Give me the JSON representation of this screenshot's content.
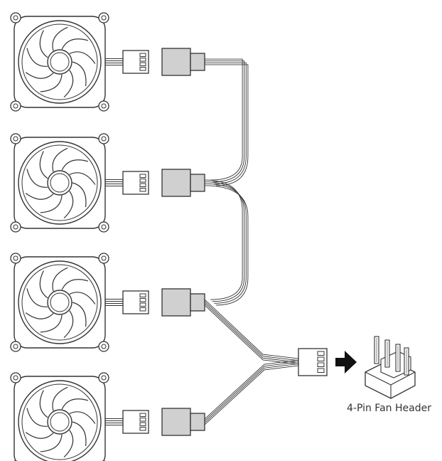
{
  "diagram": {
    "header_label": "4-Pin Fan Header",
    "colors": {
      "stroke": "#333333",
      "connector_fill": "#d0d0d0",
      "arrow": "#111111",
      "background": "#ffffff"
    }
  },
  "fans": [
    {
      "name": "fan-1"
    },
    {
      "name": "fan-2"
    },
    {
      "name": "fan-3"
    },
    {
      "name": "fan-4"
    }
  ]
}
